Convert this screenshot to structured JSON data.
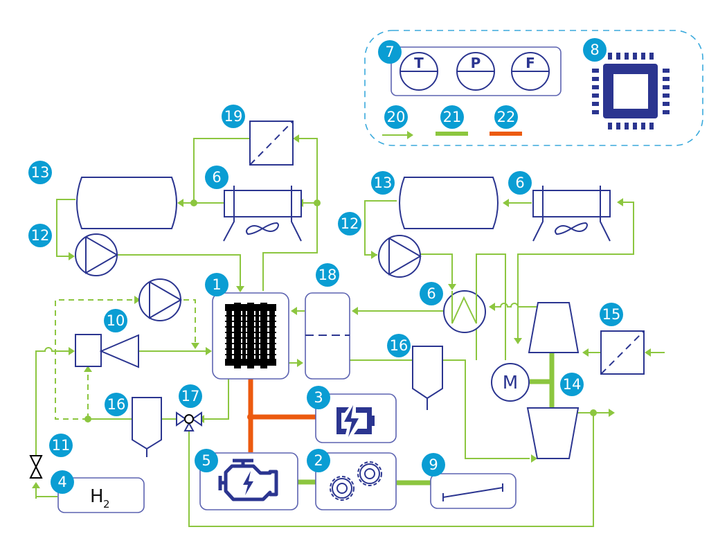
{
  "diagram": {
    "title": "Hydrogen fuel cell powertrain system schematic",
    "badges": [
      {
        "id": "1",
        "component": "fuel-cell-stack"
      },
      {
        "id": "2",
        "component": "gearbox"
      },
      {
        "id": "3",
        "component": "battery"
      },
      {
        "id": "4",
        "component": "hydrogen-tank"
      },
      {
        "id": "5",
        "component": "electric-motor"
      },
      {
        "id": "6",
        "component": "heat-exchanger"
      },
      {
        "id": "7",
        "component": "sensors"
      },
      {
        "id": "8",
        "component": "control-unit"
      },
      {
        "id": "9",
        "component": "drive-shaft"
      },
      {
        "id": "10",
        "component": "ejector"
      },
      {
        "id": "11",
        "component": "pressure-valve"
      },
      {
        "id": "12",
        "component": "coolant-pump"
      },
      {
        "id": "13",
        "component": "coolant-reservoir"
      },
      {
        "id": "14",
        "component": "turbocharger-shaft"
      },
      {
        "id": "15",
        "component": "air-filter"
      },
      {
        "id": "16",
        "component": "water-separator"
      },
      {
        "id": "17",
        "component": "three-way-valve"
      },
      {
        "id": "18",
        "component": "humidifier"
      },
      {
        "id": "19",
        "component": "coolant-filter"
      },
      {
        "id": "20",
        "component": "fluid-line-legend"
      },
      {
        "id": "21",
        "component": "mechanical-link-legend"
      },
      {
        "id": "22",
        "component": "electrical-link-legend"
      }
    ],
    "sensors": {
      "temperature": "T",
      "pressure": "P",
      "flow": "F"
    },
    "motor_label": "M",
    "tank_label": "H",
    "tank_subscript": "2",
    "colors": {
      "fluid_line": "#8cc63f",
      "mechanical_link": "#8cc63f",
      "electrical_link": "#ec5a0f",
      "equipment": "#2b3590",
      "badge": "#0a9dd3",
      "legend_frame": "#39a9dc"
    }
  }
}
